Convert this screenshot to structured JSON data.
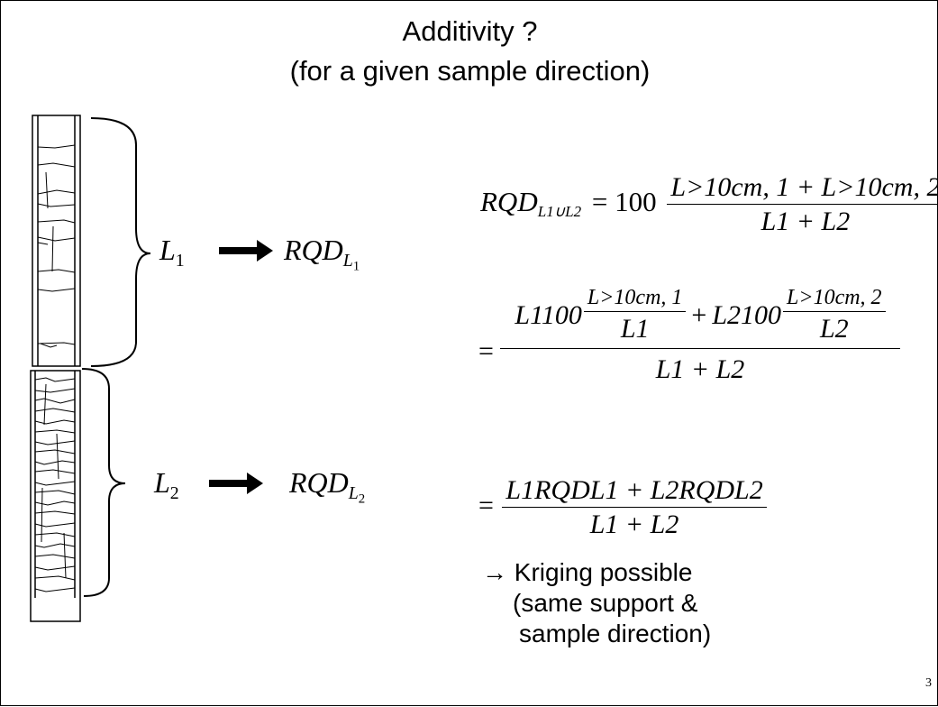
{
  "title": {
    "line1": "Additivity ?",
    "line2": "(for a given sample direction)"
  },
  "left": {
    "L1": "L",
    "L1_sub": "1",
    "L2": "L",
    "L2_sub": "2",
    "rqd": "RQD",
    "rqd1_sub": "L",
    "rqd1_subsub": "1",
    "rqd2_sub": "L",
    "rqd2_subsub": "2"
  },
  "eq1": {
    "lhs": "RQD",
    "lhs_sub": "L1∪L2",
    "equals": "= 100",
    "numerator": "L>10cm, 1 + L>10cm, 2",
    "denominator": "L1 + L2"
  },
  "eq2": {
    "equals": "=",
    "term1_coef": "L1100",
    "term1_num": "L>10cm, 1",
    "term1_den": "L1",
    "plus": "+",
    "term2_coef": "L2100",
    "term2_num": "L>10cm, 2",
    "term2_den": "L2",
    "denominator": "L1 + L2"
  },
  "eq3": {
    "equals": "=",
    "numerator": "L1RQDL1 + L2RQDL2",
    "denominator": "L1 + L2"
  },
  "note": {
    "line1": "→ Kriging possible",
    "line2": "(same support &",
    "line3": "sample direction)"
  },
  "page_number": "3"
}
